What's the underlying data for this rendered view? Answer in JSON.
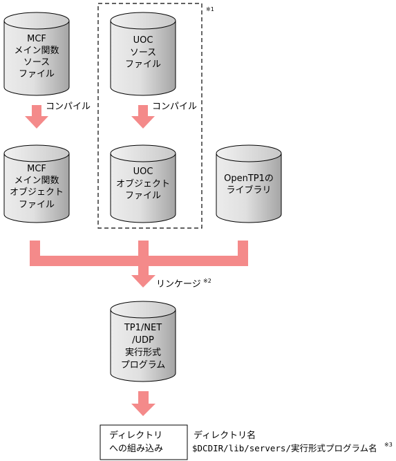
{
  "colors": {
    "arrow": "#f48a8a",
    "cylinder_light": "#d7d7d7",
    "cylinder_dark": "#a8a8a8",
    "outline": "#000000"
  },
  "cylinders": {
    "mcf_source": [
      "MCF",
      "メイン関数",
      "ソース",
      "ファイル"
    ],
    "uoc_source": [
      "UOC",
      "ソース",
      "ファイル"
    ],
    "mcf_object": [
      "MCF",
      "メイン関数",
      "オブジェクト",
      "ファイル"
    ],
    "uoc_object": [
      "UOC",
      "オブジェクト",
      "ファイル"
    ],
    "opentp1_library": [
      "OpenTP1の",
      "ライブラリ"
    ],
    "executable": [
      "TP1/NET",
      "/UDP",
      "実行形式",
      "プログラム"
    ]
  },
  "labels": {
    "compile_left": "コンパイル",
    "compile_right": "コンパイル",
    "linkage": "リンケージ",
    "linkage_note": "※2",
    "uoc_group_note": "※1",
    "directory_box": [
      "ディレクトリ",
      "への組み込み"
    ],
    "directory_name_label": "ディレクトリ名",
    "directory_path": "$DCDIR/lib/servers/実行形式プログラム名",
    "directory_path_note": "※3"
  }
}
